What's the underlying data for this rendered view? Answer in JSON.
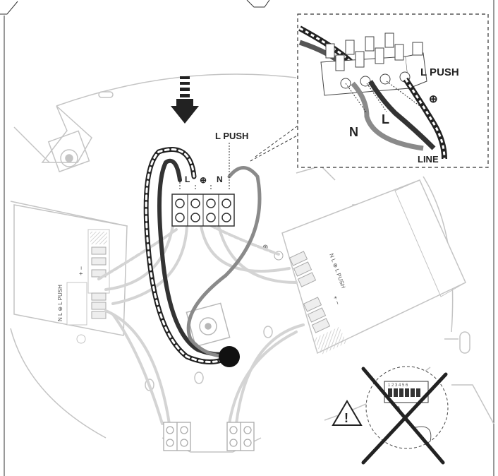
{
  "labels": {
    "l_push_main": "L PUSH",
    "l_term": "L",
    "n_term": "N",
    "l_push_inset": "L PUSH",
    "n_inset": "N",
    "l_inset": "L",
    "line_inset": "LINE",
    "driver_left_marks": "N L ⊕ L PUSH",
    "driver_left_pm": "+ −",
    "driver_right_marks": "N L ⊕ L PUSH",
    "driver_right_pm": "+ −",
    "dip_numbers": "1 2 3 4 5 6"
  },
  "symbols": {
    "earth_main": "earth-symbol",
    "earth_inset": "earth-symbol",
    "warning": "warning-triangle-icon"
  },
  "colors": {
    "line_wire": "#333333",
    "neutral_wire": "#8a8a8a",
    "push_wire": "#9a9a9a",
    "earth_wire": "#222222",
    "faded_wire": "#cfcfcf",
    "outline": "#bdbdbd"
  }
}
